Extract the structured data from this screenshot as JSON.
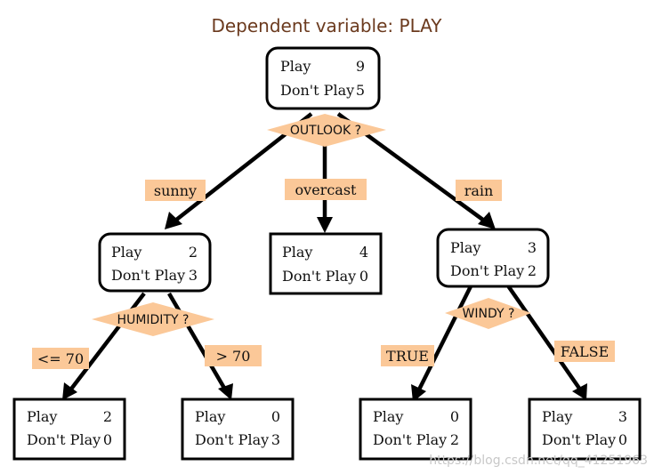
{
  "title": "Dependent variable: PLAY",
  "colors": {
    "label_fill": "#fbc898",
    "title_color": "#6b3a1e",
    "stroke": "#000000"
  },
  "nodes": {
    "root": {
      "a_label": "Play",
      "a_value": "9",
      "b_label": "Don't Play",
      "b_value": "5"
    },
    "sunny": {
      "a_label": "Play",
      "a_value": "2",
      "b_label": "Don't Play",
      "b_value": "3"
    },
    "overcast": {
      "a_label": "Play",
      "a_value": "4",
      "b_label": "Don't Play",
      "b_value": "0"
    },
    "rain": {
      "a_label": "Play",
      "a_value": "3",
      "b_label": "Don't Play",
      "b_value": "2"
    },
    "humid_low": {
      "a_label": "Play",
      "a_value": "2",
      "b_label": "Don't Play",
      "b_value": "0"
    },
    "humid_high": {
      "a_label": "Play",
      "a_value": "0",
      "b_label": "Don't Play",
      "b_value": "3"
    },
    "windy_true": {
      "a_label": "Play",
      "a_value": "0",
      "b_label": "Don't Play",
      "b_value": "2"
    },
    "windy_false": {
      "a_label": "Play",
      "a_value": "3",
      "b_label": "Don't Play",
      "b_value": "0"
    }
  },
  "decisions": {
    "outlook": "OUTLOOK ?",
    "humidity": "HUMIDITY ?",
    "windy": "WINDY ?"
  },
  "edge_labels": {
    "sunny": "sunny",
    "overcast": "overcast",
    "rain": "rain",
    "le70": "<= 70",
    "gt70": "> 70",
    "true": "TRUE",
    "false": "FALSE"
  },
  "watermark": "https://blog.csdn.net/qq_41251963"
}
